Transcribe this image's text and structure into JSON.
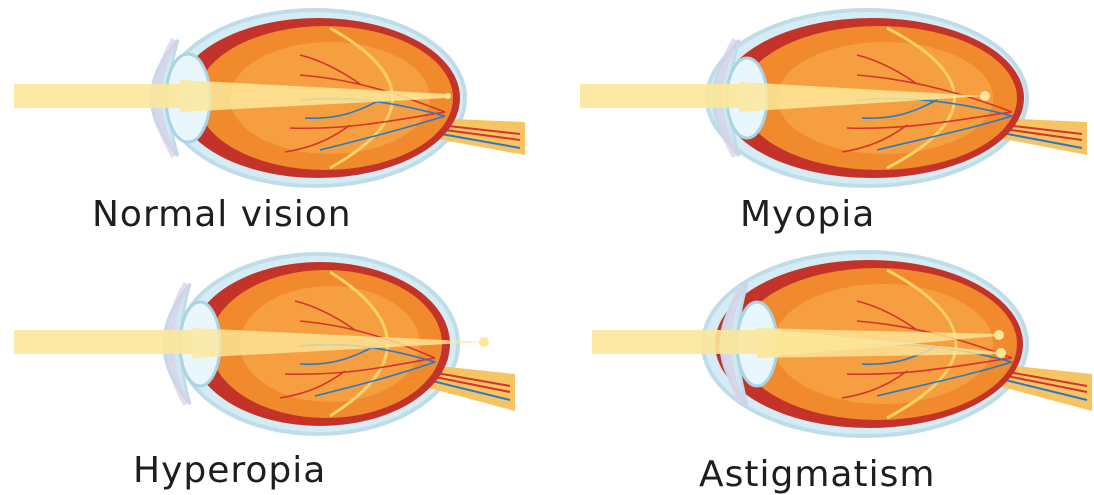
{
  "panels": [
    {
      "key": "normal",
      "label": "Normal vision"
    },
    {
      "key": "myopia",
      "label": "Myopia"
    },
    {
      "key": "hyperopia",
      "label": "Hyperopia"
    },
    {
      "key": "astigmatism",
      "label": "Astigmatism"
    }
  ],
  "colors": {
    "light_beam": "#fce79a",
    "iris_lens_blue": "#cfe9f3",
    "sclera_outline": "#bfdde8",
    "choroid_red": "#c4332a",
    "eyeball_orange": "#f08a2c",
    "eyeball_center": "#f6b05a",
    "vessel_red": "#d6332b",
    "vessel_blue": "#2a78c4",
    "optic_nerve": "#f6c463",
    "caption_text": "#1e1e1e"
  }
}
